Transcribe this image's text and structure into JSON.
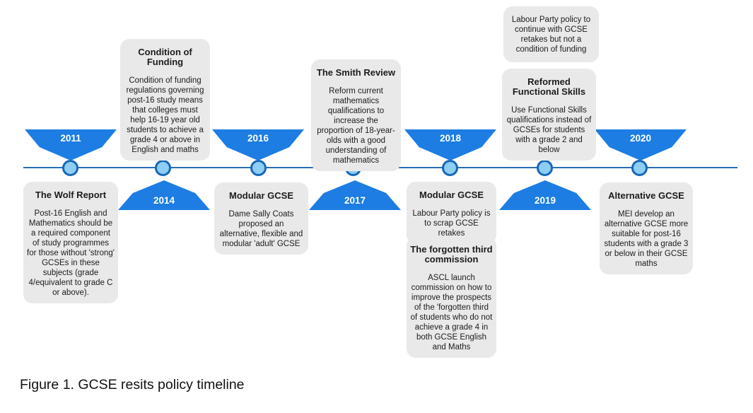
{
  "figure": {
    "caption": "Figure 1. GCSE resits policy timeline"
  },
  "colors": {
    "banner": "#1d7de2",
    "node-fill": "#8ecdf4",
    "node-stroke": "#1767b5",
    "axis": "#2b6cb5",
    "box": "#e9e9e9",
    "ink": "#1c1c1c"
  },
  "years": [
    {
      "label": "2011",
      "position": "above-line"
    },
    {
      "label": "2014",
      "position": "below-line"
    },
    {
      "label": "2016",
      "position": "above-line"
    },
    {
      "label": "2017",
      "position": "below-line"
    },
    {
      "label": "2018",
      "position": "above-line"
    },
    {
      "label": "2019",
      "position": "below-line"
    },
    {
      "label": "2020",
      "position": "above-line"
    }
  ],
  "events": [
    {
      "title": "The Wolf Report",
      "body": "Post-16 English and Mathematics should be a required component of study programmes for those without 'strong' GCSEs in these subjects (grade 4/equivalent to grade C or above)."
    },
    {
      "title": "Condition of Funding",
      "body": "Condition of funding regulations governing post-16 study means that colleges must help 16-19 year old students to achieve a grade 4 or above in English and maths"
    },
    {
      "title": "Modular GCSE",
      "body": "Dame Sally Coats proposed an alternative, flexible and modular 'adult' GCSE"
    },
    {
      "title": "The Smith Review",
      "body": "Reform current mathematics qualifications to increase the proportion of 18-year-olds with a good understanding of mathematics"
    },
    {
      "title": "Modular GCSE",
      "body": "Labour Party policy is to scrap GCSE retakes"
    },
    {
      "title": "The forgotten third commission",
      "body": "ASCL launch commission on how to improve the prospects of the 'forgotten third of students who do not achieve a grade 4 in both GCSE English and Maths"
    },
    {
      "title": "",
      "body": "Labour Party policy  to continue with GCSE retakes but not a condition of funding"
    },
    {
      "title": "Reformed Functional Skills",
      "body": "Use Functional Skills qualifications instead of GCSEs for students with a grade 2 and below"
    },
    {
      "title": "Alternative GCSE",
      "body": "MEI develop an alternative GCSE more suitable for post-16 students with a grade 3 or below in their GCSE maths"
    }
  ]
}
